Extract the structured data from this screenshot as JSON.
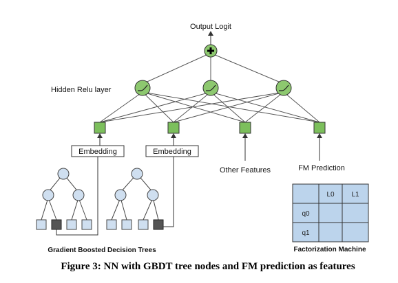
{
  "labels": {
    "output": "Output Logit",
    "hidden": "Hidden Relu layer",
    "embedding_1": "Embedding",
    "embedding_2": "Embedding",
    "other_features": "Other Features",
    "fm_prediction": "FM Prediction",
    "gbdt": "Gradient Boosted Decision Trees",
    "fm": "Factorization Machine"
  },
  "fm_table": {
    "columns": [
      "L0",
      "L1"
    ],
    "rows": [
      "q0",
      "q1"
    ]
  },
  "caption": "Figure 3: NN with GBDT tree nodes and FM prediction as features",
  "colors": {
    "input_node": "#7cbf5c",
    "relu_node": "#8dc86f",
    "tree_node": "#cfdff0",
    "leaf_selected": "#555555",
    "table_fill": "#bcd4ec",
    "edge": "#555555"
  },
  "icons": {
    "sum": "plus-circle-icon",
    "relu": "relu-curve-icon"
  }
}
